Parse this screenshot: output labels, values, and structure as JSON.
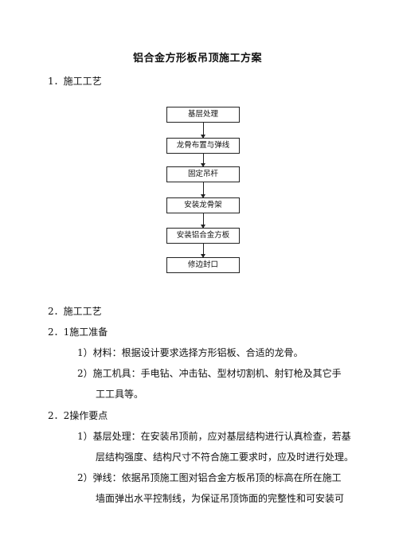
{
  "document": {
    "title": "铝合金方形板吊顶施工方案",
    "section1": "1．施工工艺",
    "flowchart": {
      "steps": [
        "基层处理",
        "龙骨布置与弹线",
        "固定吊杆",
        "安装龙骨架",
        "安装铝合金方板",
        "修边封口"
      ]
    },
    "section2": "2．施工工艺",
    "sub21": "2．1施工准备",
    "item211": "1）材料：根据设计要求选择方形铝板、合适的龙骨。",
    "item212_line1": "2）施工机具：手电钻、冲击钻、型材切割机、射钉枪及其它手",
    "item212_line2": "工工具等。",
    "sub22": "2．2操作要点",
    "item221_line1": "1）基层处理：在安装吊顶前，应对基层结构进行认真检查，若基",
    "item221_line2": "层结构强度、结构尺寸不符合施工要求时，应及时进行处理。",
    "item222_line1": "2）弹线：依据吊顶施工图对铝合金方板吊顶的标高在所在施工",
    "item222_line2": "墙面弹出水平控制线，为保证吊顶饰面的完整性和可安装可"
  }
}
